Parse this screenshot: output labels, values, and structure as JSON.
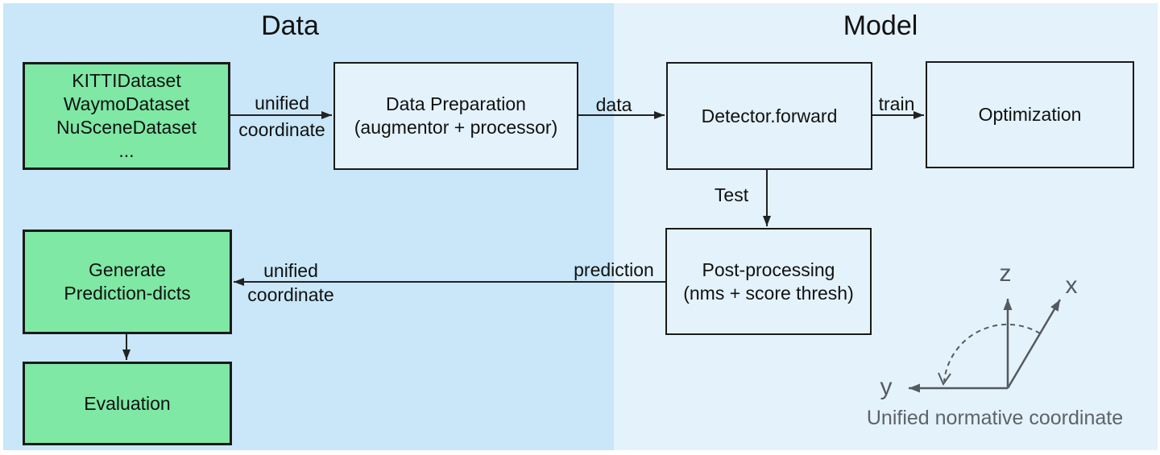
{
  "sections": {
    "data": {
      "title": "Data",
      "bg": "#c9e7f8"
    },
    "model": {
      "title": "Model",
      "bg": "#e4f2fc"
    }
  },
  "colors": {
    "green_box_fill": "#7ee8a4",
    "light_box_fill": "#e4f2fc",
    "box_border": "#1a1a1a",
    "arrow": "#222222",
    "axis_gray": "#555a5e",
    "caption_gray": "#5f6368"
  },
  "boxes": {
    "datasets": {
      "lines": [
        "KITTIDataset",
        "WaymoDataset",
        "NuSceneDataset",
        "..."
      ]
    },
    "data_preparation": {
      "lines": [
        "Data Preparation",
        "(augmentor + processor)"
      ]
    },
    "detector_forward": {
      "lines": [
        "Detector.forward"
      ]
    },
    "optimization": {
      "lines": [
        "Optimization"
      ]
    },
    "post_processing": {
      "lines": [
        "Post-processing",
        "(nms + score thresh)"
      ]
    },
    "generate_prediction": {
      "lines": [
        "Generate",
        "Prediction-dicts"
      ]
    },
    "evaluation": {
      "lines": [
        "Evaluation"
      ]
    }
  },
  "arrow_labels": {
    "unified_top_line1": "unified",
    "unified_top_line2": "coordinate",
    "data": "data",
    "train": "train",
    "test": "Test",
    "prediction": "prediction",
    "unified_bottom_line1": "unified",
    "unified_bottom_line2": "coordinate"
  },
  "axes": {
    "z": "z",
    "x": "x",
    "y": "y",
    "caption": "Unified normative coordinate"
  }
}
